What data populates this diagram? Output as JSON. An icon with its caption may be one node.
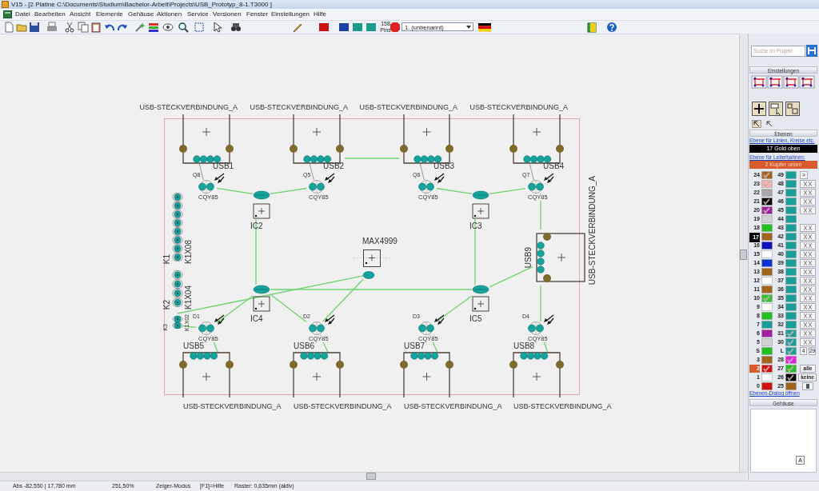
{
  "diagram": {
    "title": "V15 - [2 Platine C:\\Documents\\Studium\\Bachelor-Arbeit\\Projects\\USB_Prototyp_8-1.T3000 ]",
    "nodes": [
      {
        "text": [
          "USB-STECKVERBINDUNG_A",
          "USB1"
        ]
      },
      {
        "text": [
          "USB-STECKVERBINDUNG_A",
          "USB2"
        ]
      },
      {
        "text": [
          "USB-STECKVERBINDUNG_A",
          "USB3"
        ]
      },
      {
        "text": [
          "USB-STECKVERBINDUNG_A",
          "USB4"
        ]
      },
      {
        "text": [
          "USB5",
          "USB-STECKVERBINDUNG_A"
        ]
      },
      {
        "text": [
          "USB6",
          "USB-STECKVERBINDUNG_A"
        ]
      },
      {
        "text": [
          "USB7",
          "USB-STECKVERBINDUNG_A"
        ]
      },
      {
        "text": [
          "USB8",
          "USB-STECKVERBINDUNG_A"
        ]
      },
      {
        "text": [
          "USB9",
          "USB-STECKVERBINDUNG_A"
        ]
      },
      {
        "text": [
          "Q8",
          "CQY85"
        ]
      },
      {
        "text": [
          "Q5",
          "CQY85"
        ]
      },
      {
        "text": [
          "Q6",
          "CQY85"
        ]
      },
      {
        "text": [
          "Q7",
          "CQY85"
        ]
      },
      {
        "text": [
          "D1",
          "CQY85"
        ]
      },
      {
        "text": [
          "D2",
          "CQY85"
        ]
      },
      {
        "text": [
          "D3",
          "CQY85"
        ]
      },
      {
        "text": [
          "D4",
          "CQY85"
        ]
      },
      {
        "text": [
          "IC2"
        ]
      },
      {
        "text": [
          "IC3"
        ]
      },
      {
        "text": [
          "IC4"
        ]
      },
      {
        "text": [
          "IC5"
        ]
      },
      {
        "text": [
          "MAX4999"
        ]
      },
      {
        "text": [
          "K1",
          "K1X08"
        ]
      },
      {
        "text": [
          "K2",
          "K1X04"
        ]
      },
      {
        "text": [
          "K3",
          "K1X02"
        ]
      }
    ],
    "edges": [
      {
        "from": 1,
        "to": 2,
        "arrow": "none"
      },
      {
        "from": 9,
        "to": 17,
        "arrow": "none"
      },
      {
        "from": 17,
        "to": 10,
        "arrow": "none"
      },
      {
        "from": 11,
        "to": 18,
        "arrow": "none"
      },
      {
        "from": 18,
        "to": 12,
        "arrow": "none"
      },
      {
        "from": 12,
        "to": 8,
        "arrow": "none"
      },
      {
        "from": 8,
        "to": 16,
        "arrow": "none"
      },
      {
        "from": 17,
        "to": 19,
        "arrow": "none"
      },
      {
        "from": 18,
        "to": 20,
        "arrow": "none"
      },
      {
        "from": 19,
        "to": 20,
        "arrow": "none"
      },
      {
        "from": 20,
        "to": 8,
        "arrow": "none"
      },
      {
        "from": 19,
        "to": 13,
        "arrow": "none"
      },
      {
        "from": 19,
        "to": 14,
        "arrow": "none"
      },
      {
        "from": 24,
        "to": 21,
        "arrow": "none"
      },
      {
        "from": 21,
        "to": 14,
        "arrow": "none"
      },
      {
        "from": 20,
        "to": 15,
        "arrow": "none"
      },
      {
        "from": 13,
        "to": 4,
        "arrow": "none"
      },
      {
        "from": 14,
        "to": 5,
        "arrow": "none"
      },
      {
        "from": 15,
        "to": 6,
        "arrow": "none"
      },
      {
        "from": 16,
        "to": 7,
        "arrow": "none"
      },
      {
        "from": 0,
        "to": 9,
        "arrow": "none",
        "color": "#8c8c8c"
      },
      {
        "from": 1,
        "to": 10,
        "arrow": "none",
        "color": "#8c8c8c"
      },
      {
        "from": 2,
        "to": 11,
        "arrow": "none",
        "color": "#8c8c8c"
      },
      {
        "from": 3,
        "to": 12,
        "arrow": "none",
        "color": "#8c8c8c"
      },
      {
        "from": 24,
        "to": 13,
        "arrow": "none"
      }
    ],
    "labels": [
      "Datei",
      "Bearbeiten",
      "Ansicht",
      "Elemente",
      "Gehäuse",
      "Aktionen",
      "Service",
      "Versionen",
      "Fenster",
      "Einstellungen",
      "Hilfe",
      "158 Pins",
      "1. (unbenannt)",
      "Suche im Projekt",
      "Einstellungen",
      "Ebenen",
      "Ebene für Linien, Kreise etc.",
      "17 Gold oben",
      "Ebene für Leiterbahnen:",
      "2 Kupfer unten",
      "24",
      "49",
      ">",
      "23",
      "48",
      "22",
      "47",
      "21",
      "46",
      "20",
      "45",
      "19",
      "44",
      "18",
      "43",
      "17",
      "42",
      "16",
      "41",
      "15",
      "40",
      "14",
      "39",
      "13",
      "38",
      "12",
      "37",
      "11",
      "36",
      "10",
      "35",
      "9",
      "34",
      "8",
      "33",
      "7",
      "32",
      "6",
      "31",
      "5",
      "30",
      "S",
      "L",
      "4",
      "29",
      "3",
      "28",
      "2",
      "27",
      "alle",
      "1",
      "26",
      "keine",
      "0",
      "25",
      "Ebenen-Dialog öffnen",
      "Gehäuse",
      "A",
      "Abs -82,550 | 17,780 mm",
      "251,50%",
      "Zeiger-Modus",
      "[F1]=Hilfe",
      "Raster: 0,635mm (aktiv)"
    ]
  }
}
